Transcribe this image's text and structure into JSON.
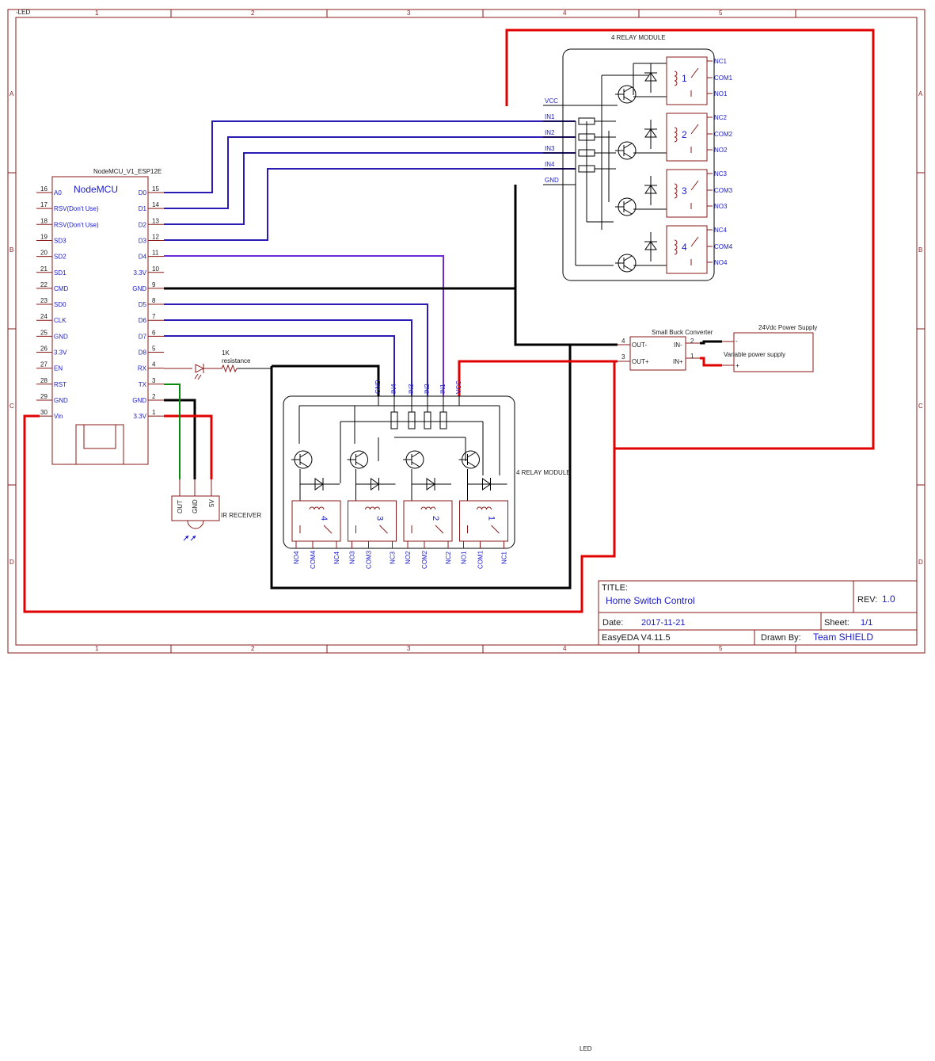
{
  "frame": {
    "corner_label": "-LED",
    "footer_label": "LED",
    "col_labels": [
      "1",
      "2",
      "3",
      "4",
      "5"
    ],
    "row_labels": [
      "A",
      "B",
      "C",
      "D"
    ]
  },
  "nodemcu": {
    "title": "NodeMCU_V1_ESP12E",
    "name": "NodeMCU",
    "left_pins": [
      {
        "num": "16",
        "label": "A0"
      },
      {
        "num": "17",
        "label": "RSV(Don't Use)"
      },
      {
        "num": "18",
        "label": "RSV(Don't Use)"
      },
      {
        "num": "19",
        "label": "SD3"
      },
      {
        "num": "20",
        "label": "SD2"
      },
      {
        "num": "21",
        "label": "SD1"
      },
      {
        "num": "22",
        "label": "CMD"
      },
      {
        "num": "23",
        "label": "SD0"
      },
      {
        "num": "24",
        "label": "CLK"
      },
      {
        "num": "25",
        "label": "GND"
      },
      {
        "num": "26",
        "label": "3.3V"
      },
      {
        "num": "27",
        "label": "EN"
      },
      {
        "num": "28",
        "label": "RST"
      },
      {
        "num": "29",
        "label": "GND"
      },
      {
        "num": "30",
        "label": "Vin"
      }
    ],
    "right_pins": [
      {
        "num": "15",
        "label": "D0"
      },
      {
        "num": "14",
        "label": "D1"
      },
      {
        "num": "13",
        "label": "D2"
      },
      {
        "num": "12",
        "label": "D3"
      },
      {
        "num": "11",
        "label": "D4"
      },
      {
        "num": "10",
        "label": "3.3V"
      },
      {
        "num": "9",
        "label": "GND"
      },
      {
        "num": "8",
        "label": "D5"
      },
      {
        "num": "7",
        "label": "D6"
      },
      {
        "num": "6",
        "label": "D7"
      },
      {
        "num": "5",
        "label": "D8"
      },
      {
        "num": "4",
        "label": "RX"
      },
      {
        "num": "3",
        "label": "TX"
      },
      {
        "num": "2",
        "label": "GND"
      },
      {
        "num": "1",
        "label": "3.3V"
      }
    ]
  },
  "relay_top": {
    "title": "4 RELAY MODULE",
    "inputs": [
      "VCC",
      "IN1",
      "IN2",
      "IN3",
      "IN4",
      "GND"
    ],
    "channels": [
      {
        "num": "1",
        "nc": "NC1",
        "com": "COM1",
        "no": "NO1"
      },
      {
        "num": "2",
        "nc": "NC2",
        "com": "COM2",
        "no": "NO2"
      },
      {
        "num": "3",
        "nc": "NC3",
        "com": "COM3",
        "no": "NO3"
      },
      {
        "num": "4",
        "nc": "NC4",
        "com": "COM4",
        "no": "NO4"
      }
    ]
  },
  "relay_bottom": {
    "title": "4 RELAY MODULE",
    "inputs": [
      "GND",
      "IN4",
      "IN3",
      "IN2",
      "IN1",
      "VCC"
    ],
    "channels": [
      {
        "num": "4",
        "nc": "NC4",
        "com": "COM4",
        "no": "NO4"
      },
      {
        "num": "3",
        "nc": "NC3",
        "com": "COM3",
        "no": "NO3"
      },
      {
        "num": "2",
        "nc": "NC2",
        "com": "COM2",
        "no": "NO2"
      },
      {
        "num": "1",
        "nc": "NC1",
        "com": "COM1",
        "no": "NO1"
      }
    ]
  },
  "resistor": {
    "value": "1K",
    "label": "resistance"
  },
  "ir": {
    "label": "IR RECEIVER",
    "pins": [
      "OUT",
      "GND",
      "5V"
    ]
  },
  "buck": {
    "title": "Small Buck Converter",
    "out_minus": "OUT-",
    "out_plus": "OUT+",
    "in_minus": "IN-",
    "in_plus": "IN+",
    "pin_out_minus": "4",
    "pin_out_plus": "3",
    "pin_in_minus": "2",
    "pin_in_plus": "1"
  },
  "psu": {
    "title": "24Vdc Power Supply",
    "label": "Variable power supply",
    "minus": "-",
    "plus": "+"
  },
  "title_block": {
    "title_label": "TITLE:",
    "title": "Home Switch Control",
    "rev_label": "REV:",
    "rev": "1.0",
    "date_label": "Date:",
    "date": "2017-11-21",
    "sheet_label": "Sheet:",
    "sheet": "1/1",
    "software": "EasyEDA V4.11.5",
    "drawn_label": "Drawn By:",
    "drawn_by": "Team SHIELD"
  }
}
